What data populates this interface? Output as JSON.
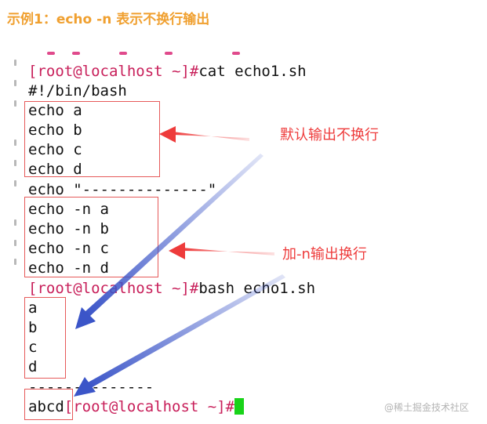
{
  "heading": "示例1：echo -n 表示不换行输出",
  "terminal": {
    "lines": [
      {
        "prompt": "[root@localhost ~]#",
        "text": "cat echo1.sh"
      },
      {
        "prompt": "",
        "text": "#!/bin/bash"
      },
      {
        "prompt": "",
        "text": "echo a"
      },
      {
        "prompt": "",
        "text": "echo b"
      },
      {
        "prompt": "",
        "text": "echo c"
      },
      {
        "prompt": "",
        "text": "echo d"
      },
      {
        "prompt": "",
        "text": "echo \"--------------\""
      },
      {
        "prompt": "",
        "text": "echo -n a"
      },
      {
        "prompt": "",
        "text": "echo -n b"
      },
      {
        "prompt": "",
        "text": "echo -n c"
      },
      {
        "prompt": "",
        "text": "echo -n d"
      },
      {
        "prompt": "[root@localhost ~]#",
        "text": "bash echo1.sh"
      },
      {
        "prompt": "",
        "text": "a"
      },
      {
        "prompt": "",
        "text": "b"
      },
      {
        "prompt": "",
        "text": "c"
      },
      {
        "prompt": "",
        "text": "d"
      },
      {
        "prompt": "",
        "text": "--------------"
      },
      {
        "output": "abcd",
        "prompt": "[root@localhost ~]#",
        "text": ""
      }
    ]
  },
  "annotations": {
    "default_newline": "默认输出不换行",
    "n_no_newline": "加-n输出换行"
  },
  "watermark": "@稀土掘金技术社区",
  "colors": {
    "heading": "#f0a030",
    "prompt": "#c81f5a",
    "cursor": "#19d319",
    "red_annotation": "#ee3b3b",
    "blue_arrow": "#3b55c8"
  }
}
